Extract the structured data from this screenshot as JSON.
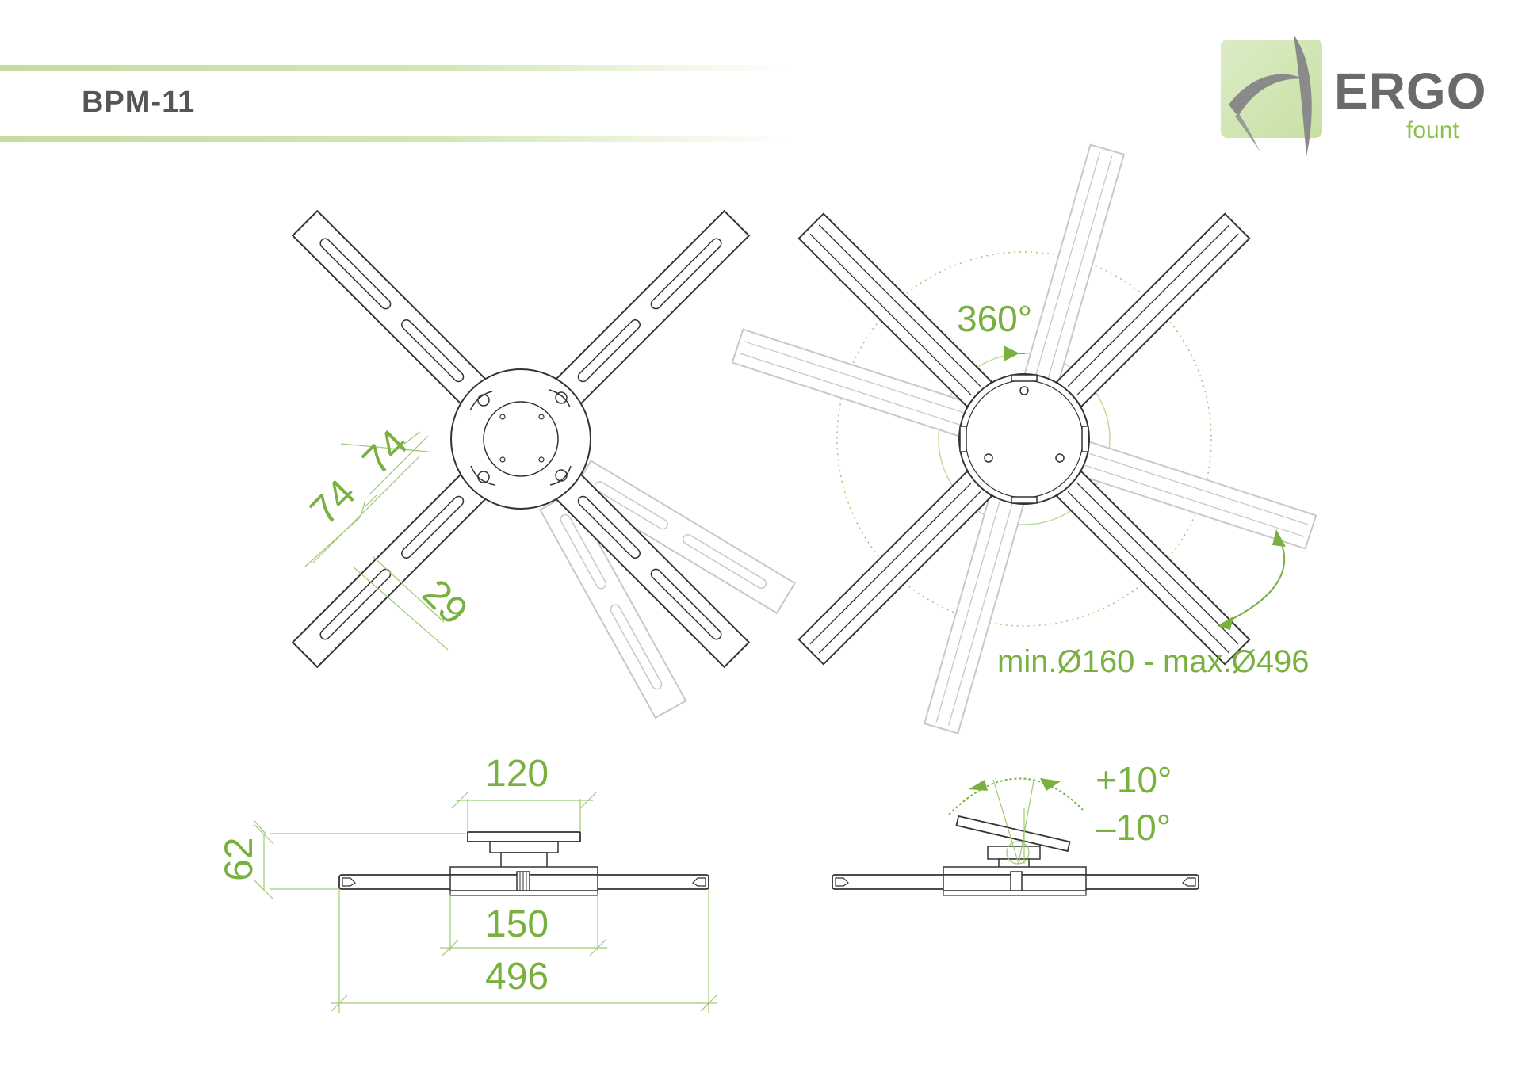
{
  "header": {
    "model": "BPM-11",
    "logo_brand": "ERGO",
    "logo_sub": "fount"
  },
  "views": {
    "top_left": {
      "dim_a": "74",
      "dim_b": "74",
      "dim_slot": "29"
    },
    "top_right": {
      "rotation": "360°",
      "range": "min.Ø160 - max.Ø496"
    },
    "bottom_left": {
      "height": "62",
      "plate": "120",
      "base": "150",
      "span": "496"
    },
    "bottom_right": {
      "tilt_up": "+10°",
      "tilt_down": "–10°"
    }
  },
  "colors": {
    "accent": "#79b040",
    "line": "#333333",
    "ghost": "#c8c8c8",
    "header_band": "#c4dd9e"
  }
}
